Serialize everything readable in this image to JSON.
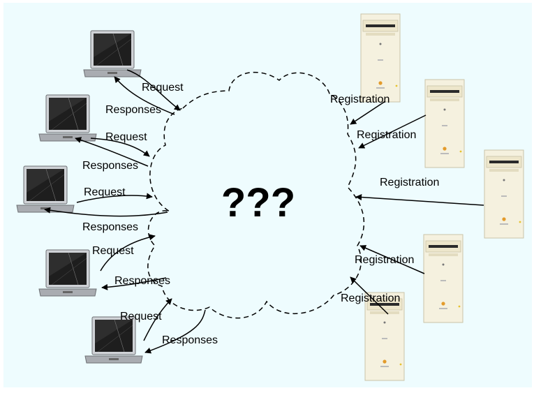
{
  "center_label": "???",
  "clients": {
    "request_label": "Request",
    "responses_label": "Responses"
  },
  "servers": {
    "registration_label": "Registration"
  },
  "colors": {
    "background": "#eefcfe",
    "server_body": "#f5f1df",
    "laptop_screen": "#1e1e1e",
    "laptop_body": "#a9acb1"
  }
}
